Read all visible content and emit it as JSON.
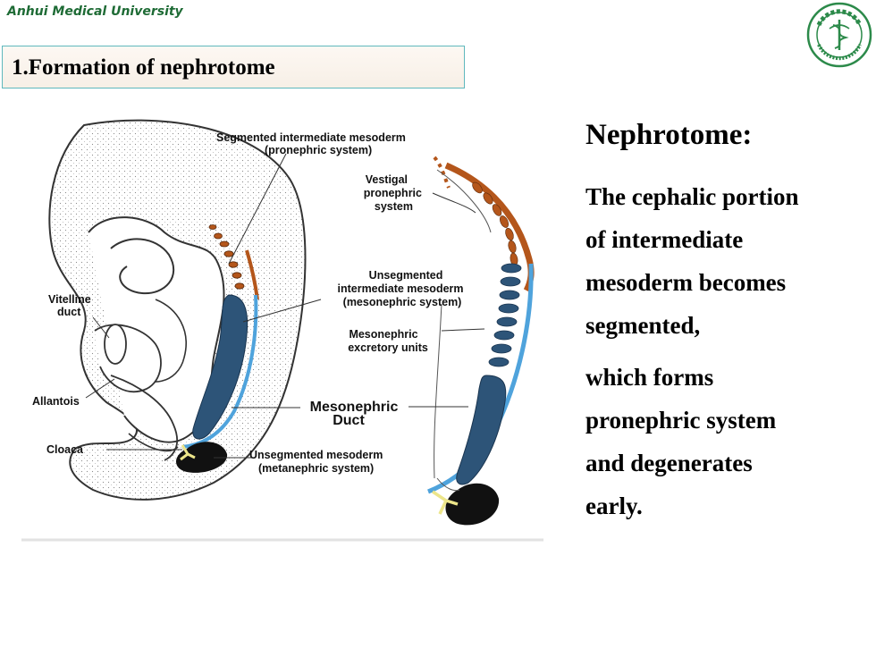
{
  "header": {
    "institution": "Anhui Medical University",
    "seal_icon": "university-seal-icon"
  },
  "title": "1.Formation of nephrotome",
  "figure": {
    "labels": {
      "segmented_1": "Segmented intermediate mesoderm",
      "segmented_2": "(pronephric system)",
      "vestigial_1": "Vestigal",
      "vestigial_2": "pronephric",
      "vestigial_3": "system",
      "unseg_1": "Unsegmented",
      "unseg_2": "intermediate mesoderm",
      "unseg_3": "(mesonephric system)",
      "vitelline_1": "Vitelline",
      "vitelline_2": "duct",
      "excretory_1": "Mesonephric",
      "excretory_2": "excretory units",
      "allantois": "Allantois",
      "duct_1": "Mesonephric",
      "duct_2": "Duct",
      "cloaca": "Cloaca",
      "metan_1": "Unsegmented mesoderm",
      "metan_2": "(metanephric system)"
    },
    "colors": {
      "pronephric": "#b4561b",
      "mesonephric_duct": "#4fa3dc",
      "mesonephric_tissue": "#2d5478",
      "metanephric": "#111111",
      "cloaca": "#ece58a"
    }
  },
  "content": {
    "heading": "Nephrotome:",
    "para1": [
      "The cephalic portion",
      "of intermediate",
      "mesoderm becomes",
      "segmented,"
    ],
    "para2": [
      "which forms",
      "pronephric system",
      "and degenerates",
      "early."
    ]
  },
  "theme": {
    "institution_color": "#1e6b35",
    "title_border": "#5fb8bd"
  }
}
